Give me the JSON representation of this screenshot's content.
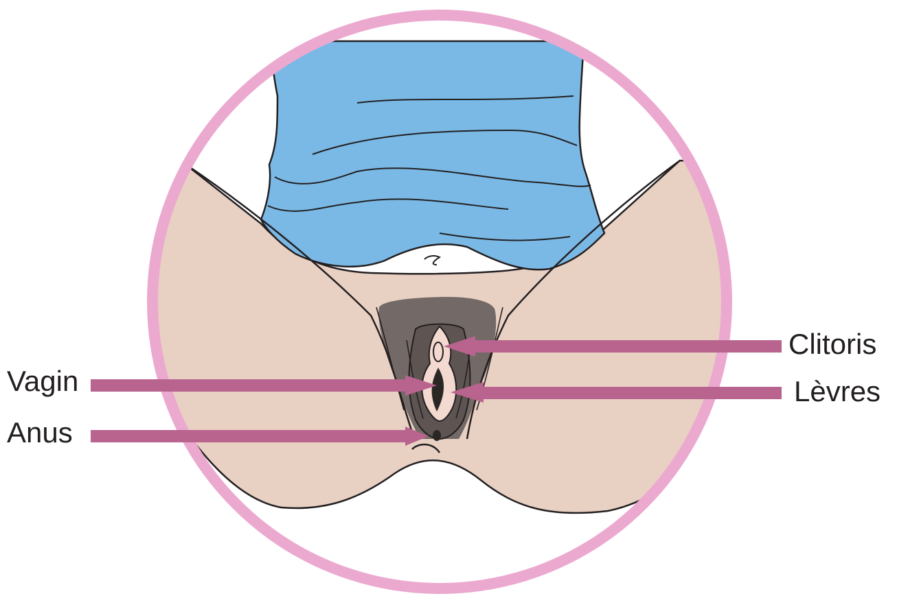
{
  "labels": {
    "clitoris": "Clitoris",
    "levres": "Lèvres",
    "vagin": "Vagin",
    "anus": "Anus"
  },
  "colors": {
    "ring": "#eca9cf",
    "skin": "#e8d0c3",
    "cloth": "#7ab9e6",
    "hair": "#736a67",
    "hair_dark": "#5e5553",
    "inner_pink": "#f3d9cf",
    "opening": "#2a2623",
    "arrow": "#b8648e",
    "outline": "#231f20"
  },
  "icons": {
    "arrow": "arrow-left-icon",
    "arrow_right": "arrow-right-icon"
  }
}
